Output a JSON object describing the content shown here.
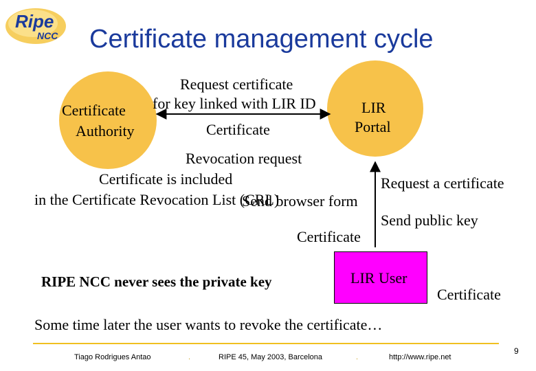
{
  "slide": {
    "title": "Certificate management cycle",
    "logo": {
      "word": "Ripe",
      "sub": "NCC"
    },
    "ca_label": "Certificate Authority",
    "ca_line1": "Certificate",
    "ca_line2": "Authority",
    "portal_line1": "LIR",
    "portal_line2": "Portal",
    "request_line1": "Request certificate",
    "request_line2": "for key linked with LIR ID",
    "certificate_top": "Certificate",
    "revocation_request": "Revocation request",
    "crl_line1": "Certificate is included",
    "crl_line2": "in the Certificate Revocation List (CRL)",
    "send_browser_form": "Send browser form",
    "request_a_certificate": "Request a certificate",
    "send_public_key": "Send public key",
    "certificate_mid": "Certificate",
    "private_key_note": "RIPE NCC never sees the private key",
    "lir_user": "LIR User",
    "certificate_right": "Certificate",
    "bottom_note": "Some time later the user wants to revoke the certificate…",
    "page_number": "9"
  },
  "footer": {
    "author": "Tiago Rodrigues Antao",
    "event": "RIPE 45, May 2003, Barcelona",
    "url": "http://www.ripe.net",
    "separator": "."
  },
  "colors": {
    "title": "#1a3a9c",
    "circle_fill": "#f7c24a",
    "user_box_fill": "#ff00ff",
    "footer_rule": "#f0c020"
  },
  "icons": {
    "double_arrow": "double-headed-arrow-icon",
    "up_arrow": "up-arrow-icon"
  }
}
